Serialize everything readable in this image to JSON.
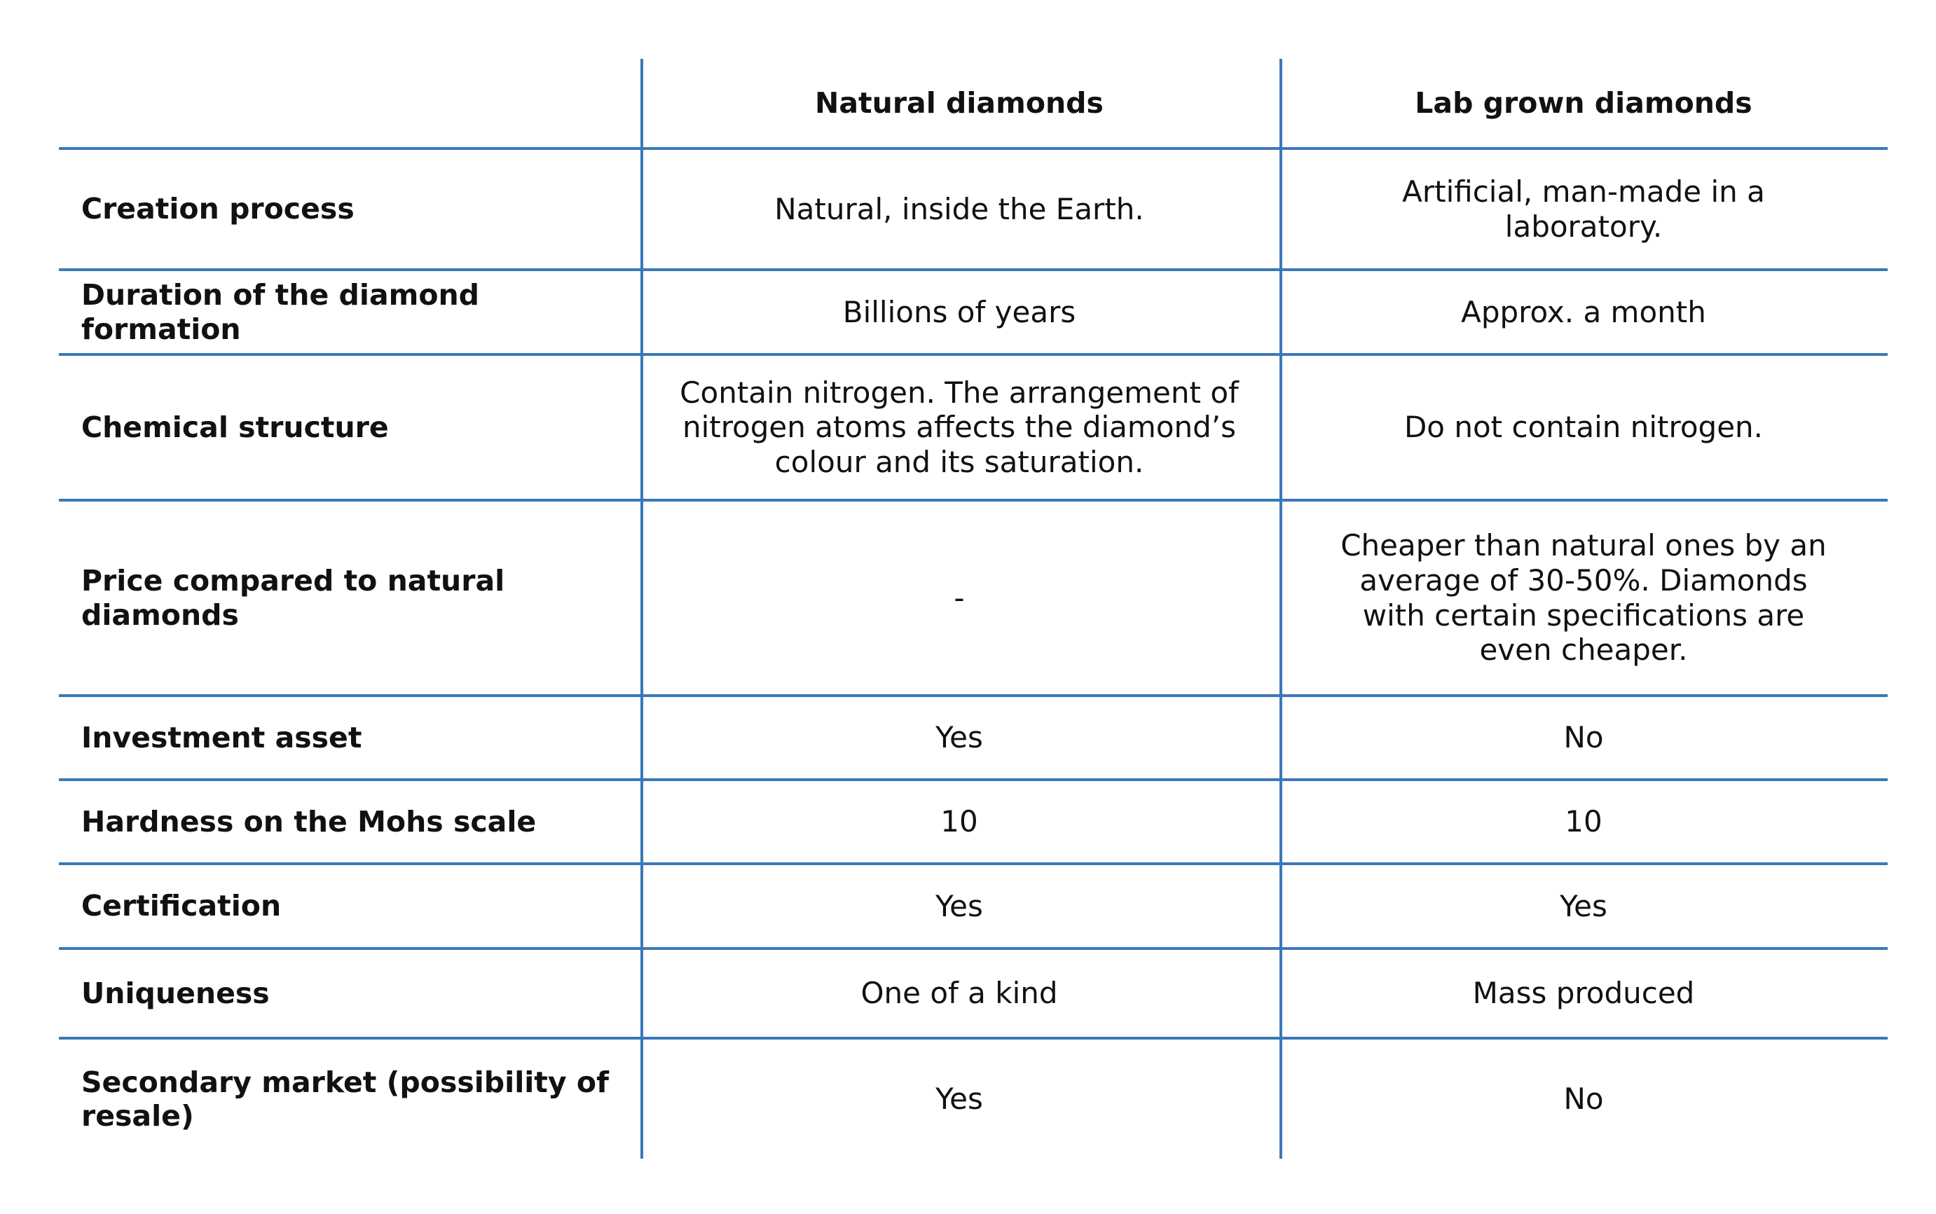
{
  "header": {
    "empty": "",
    "natural": "Natural diamonds",
    "lab": "Lab grown diamonds"
  },
  "rows": [
    {
      "label": "Creation process",
      "natural": "Natural, inside the Earth.",
      "lab": "Artificial, man-made in a laboratory."
    },
    {
      "label": "Duration of the diamond formation",
      "natural": "Billions of years",
      "lab": "Approx. a month"
    },
    {
      "label": "Chemical structure",
      "natural": "Contain nitrogen. The arrangement of nitrogen atoms affects the diamond’s colour and its saturation.",
      "lab": "Do not contain nitrogen."
    },
    {
      "label": "Price compared to natural diamonds",
      "natural": "-",
      "lab": "Cheaper than natural ones by an average of 30-50%. Diamonds with certain specifications are even cheaper."
    },
    {
      "label": "Investment asset",
      "natural": "Yes",
      "lab": "No"
    },
    {
      "label": "Hardness on the Mohs scale",
      "natural": "10",
      "lab": "10"
    },
    {
      "label": "Certification",
      "natural": "Yes",
      "lab": "Yes"
    },
    {
      "label": "Uniqueness",
      "natural": "One of a kind",
      "lab": "Mass produced"
    },
    {
      "label": "Secondary market (possibility of resale)",
      "natural": "Yes",
      "lab": "No"
    }
  ],
  "colors": {
    "grid": "#3a78b8",
    "text": "#111111",
    "background": "#ffffff"
  }
}
